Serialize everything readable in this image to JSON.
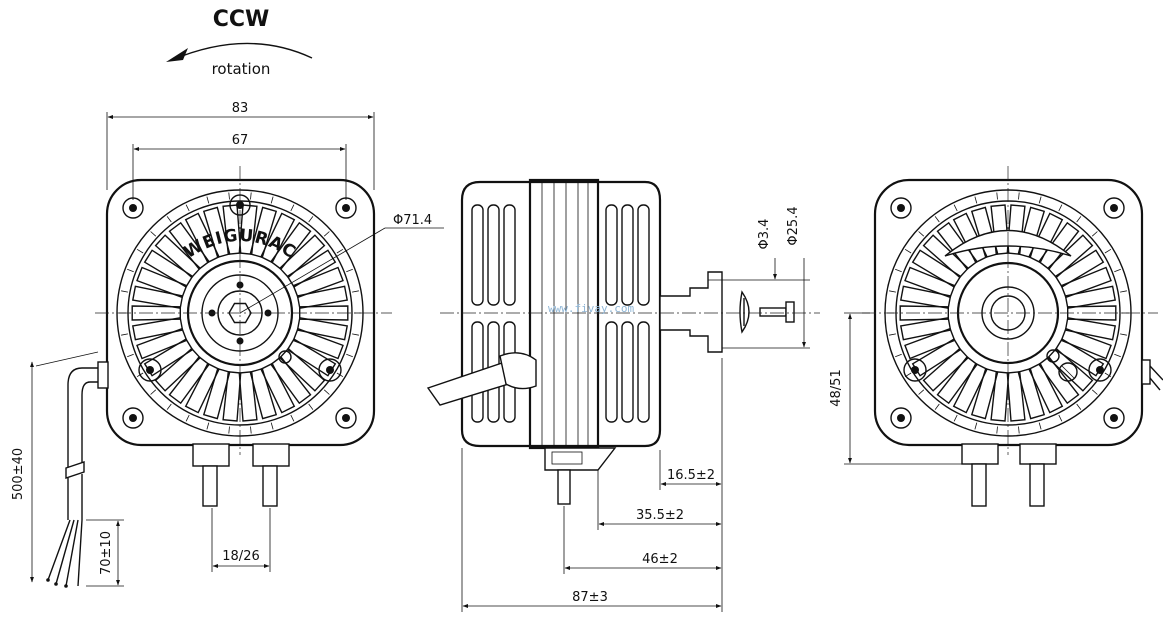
{
  "header": {
    "direction": "CCW",
    "rotation": "rotation"
  },
  "front_view": {
    "brand": "WEIGURAC",
    "width_outer": "83",
    "width_holes": "67",
    "diameter": "Φ71.4",
    "terminal_spacing": "18/26",
    "cable_length": "500±40",
    "lead_length": "70±10"
  },
  "side_view": {
    "shaft_small_dia": "Φ3.4",
    "shaft_boss_dia": "Φ25.4",
    "dim_a": "16.5±2",
    "dim_b": "35.5±2",
    "dim_c": "46±2",
    "dim_total": "87±3",
    "watermark": "www.fivay.com"
  },
  "rear_view": {
    "mount_height": "48/51"
  }
}
